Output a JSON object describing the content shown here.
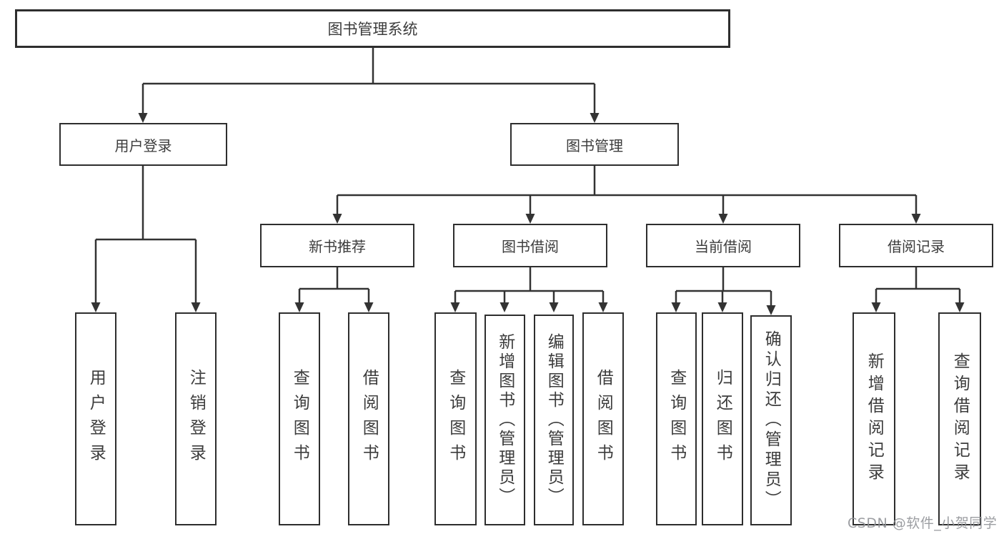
{
  "diagram_title": "图书管理系统",
  "nodes": {
    "root": "图书管理系统",
    "userLogin": "用户登录",
    "bookMgmt": "图书管理",
    "newRec": "新书推荐",
    "bookBorrow": "图书借阅",
    "curBorrow": "当前借阅",
    "borrowRec": "借阅记录",
    "ul1": "用户登录",
    "ul2": "注销登录",
    "nr1": "查询图书",
    "nr2": "借阅图书",
    "bb1": "查询图书",
    "bb2": "新增图书（管理员）",
    "bb3": "编辑图书（管理员）",
    "bb4": "借阅图书",
    "cb1": "查询图书",
    "cb2": "归还图书",
    "cb3": "确认归还（管理员）",
    "br1": "新增借阅记录",
    "br2": "查询借阅记录"
  },
  "hierarchy": {
    "root": "图书管理系统",
    "children": [
      {
        "label": "用户登录",
        "children": [
          "用户登录",
          "注销登录"
        ]
      },
      {
        "label": "图书管理",
        "children": [
          {
            "label": "新书推荐",
            "children": [
              "查询图书",
              "借阅图书"
            ]
          },
          {
            "label": "图书借阅",
            "children": [
              "查询图书",
              "新增图书（管理员）",
              "编辑图书（管理员）",
              "借阅图书"
            ]
          },
          {
            "label": "当前借阅",
            "children": [
              "查询图书",
              "归还图书",
              "确认归还（管理员）"
            ]
          },
          {
            "label": "借阅记录",
            "children": [
              "新增借阅记录",
              "查询借阅记录"
            ]
          }
        ]
      }
    ]
  },
  "watermark": "CSDN @软件_小贺同学",
  "colors": {
    "line": "#333333",
    "box_border": "#2e2e2e",
    "text": "#3c3c3c",
    "watermark": "#919498",
    "background": "#ffffff"
  }
}
